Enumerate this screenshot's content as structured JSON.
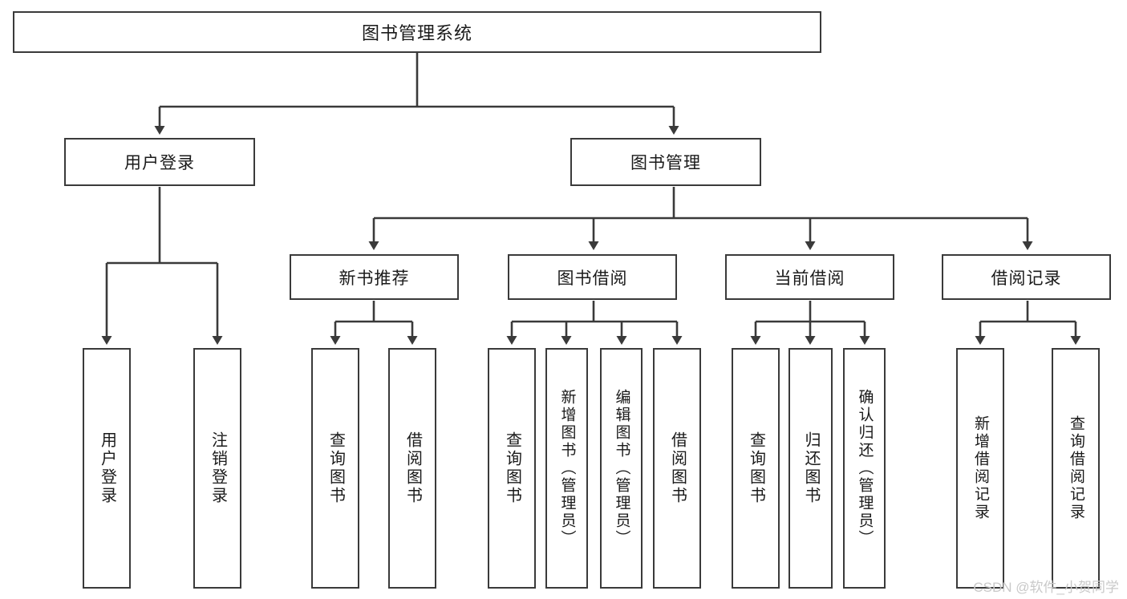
{
  "diagram": {
    "type": "tree",
    "title": "图书管理系统",
    "background_color": "#ffffff",
    "box_border_color": "#3a3a3a",
    "text_color": "#1a1a1a",
    "levels": 4,
    "root": {
      "label": "图书管理系统",
      "children": [
        {
          "label": "用户登录",
          "children": [
            {
              "label": "用户登录"
            },
            {
              "label": "注销登录"
            }
          ]
        },
        {
          "label": "图书管理",
          "children": [
            {
              "label": "新书推荐",
              "children": [
                {
                  "label": "查询图书"
                },
                {
                  "label": "借阅图书"
                }
              ]
            },
            {
              "label": "图书借阅",
              "children": [
                {
                  "label": "查询图书"
                },
                {
                  "label": "新增图书（管理员）"
                },
                {
                  "label": "编辑图书（管理员）"
                },
                {
                  "label": "借阅图书"
                }
              ]
            },
            {
              "label": "当前借阅",
              "children": [
                {
                  "label": "查询图书"
                },
                {
                  "label": "归还图书"
                },
                {
                  "label": "确认归还（管理员）"
                }
              ]
            },
            {
              "label": "借阅记录",
              "children": [
                {
                  "label": "新增借阅记录"
                },
                {
                  "label": "查询借阅记录"
                }
              ]
            }
          ]
        }
      ]
    }
  },
  "nodes": {
    "root": "图书管理系统",
    "l2_user_login": "用户登录",
    "l2_book_mgmt": "图书管理",
    "l3_new_book_rec": "新书推荐",
    "l3_book_borrow": "图书借阅",
    "l3_current_borrow": "当前借阅",
    "l3_borrow_record": "借阅记录",
    "l4_user_login": "用户登录",
    "l4_logout": "注销登录",
    "l4_query_book_a": "查询图书",
    "l4_borrow_book_a": "借阅图书",
    "l4_query_book_b": "查询图书",
    "l4_add_book": "新增图书（管理员）",
    "l4_edit_book": "编辑图书（管理员）",
    "l4_borrow_book_b": "借阅图书",
    "l4_query_book_c": "查询图书",
    "l4_return_book": "归还图书",
    "l4_confirm_return": "确认归还（管理员）",
    "l4_add_record": "新增借阅记录",
    "l4_query_record": "查询借阅记录"
  },
  "watermark": {
    "text": "CSDN @软件_小贺同学",
    "color": "#c9c9c9"
  }
}
